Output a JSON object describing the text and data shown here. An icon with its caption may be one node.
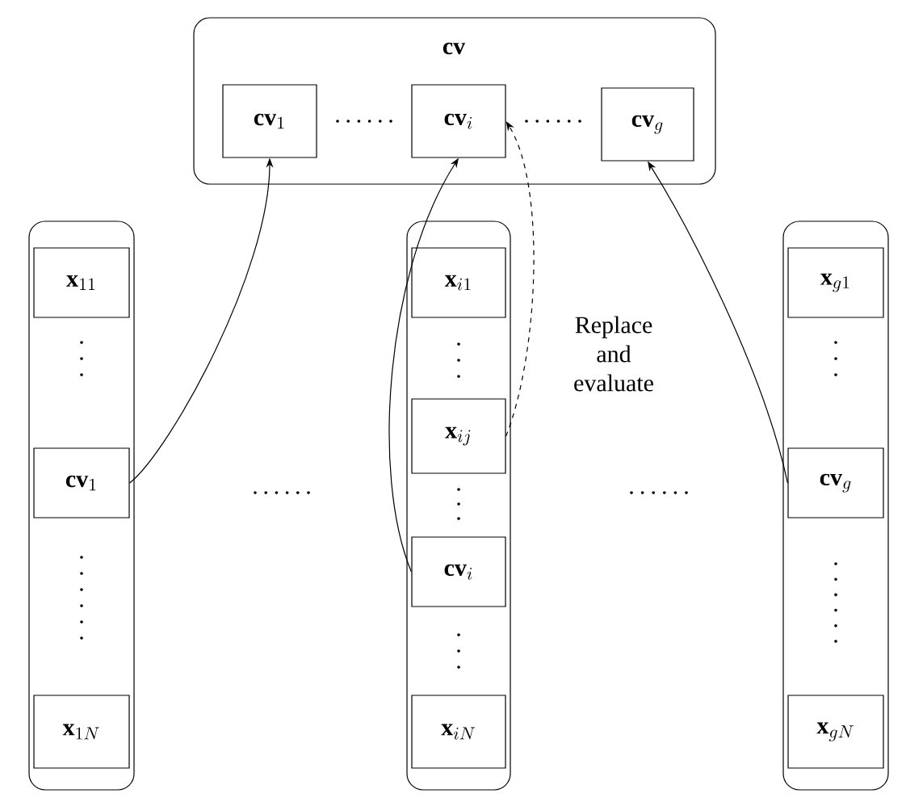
{
  "diagram": {
    "nodes": [
      {
        "text": [
          "\\mathbf{cv}"
        ]
      },
      {
        "text": [
          "\\mathbf{cv}_1"
        ],
        "in": 0
      },
      {
        "text": [
          "\\mathbf{cv}_i"
        ],
        "in": 0
      },
      {
        "text": [
          "\\mathbf{cv}_g"
        ],
        "in": 0
      },
      {
        "text": [],
        "shape": "box"
      },
      {
        "text": [
          "\\mathbf{x}_{11}"
        ],
        "in": 4
      },
      {
        "text": [
          "\\mathbf{cv}_1"
        ],
        "in": 4
      },
      {
        "text": [
          "\\mathbf{x}_{1N}"
        ],
        "in": 4
      },
      {
        "text": [],
        "shape": "box"
      },
      {
        "text": [
          "\\mathbf{x}_{i1}"
        ],
        "in": 8
      },
      {
        "text": [
          "\\mathbf{x}_{ij}"
        ],
        "in": 8
      },
      {
        "text": [
          "\\mathbf{cv}_i"
        ],
        "in": 8
      },
      {
        "text": [
          "\\mathbf{x}_{iN}"
        ],
        "in": 8
      },
      {
        "text": [],
        "shape": "box"
      },
      {
        "text": [
          "\\mathbf{x}_{g1}"
        ],
        "in": 13
      },
      {
        "text": [
          "\\mathbf{cv}_g"
        ],
        "in": 13
      },
      {
        "text": [
          "\\mathbf{x}_{gN}"
        ],
        "in": 13
      }
    ],
    "edges": [
      {
        "from": 6,
        "to": 1,
        "arrow": "to"
      },
      {
        "from": 11,
        "to": 2,
        "arrow": "to"
      },
      {
        "from": 10,
        "to": 2,
        "arrow": "to",
        "style": "dashed",
        "label": "Replace and evaluate"
      },
      {
        "from": 15,
        "to": 3,
        "arrow": "to"
      }
    ]
  }
}
